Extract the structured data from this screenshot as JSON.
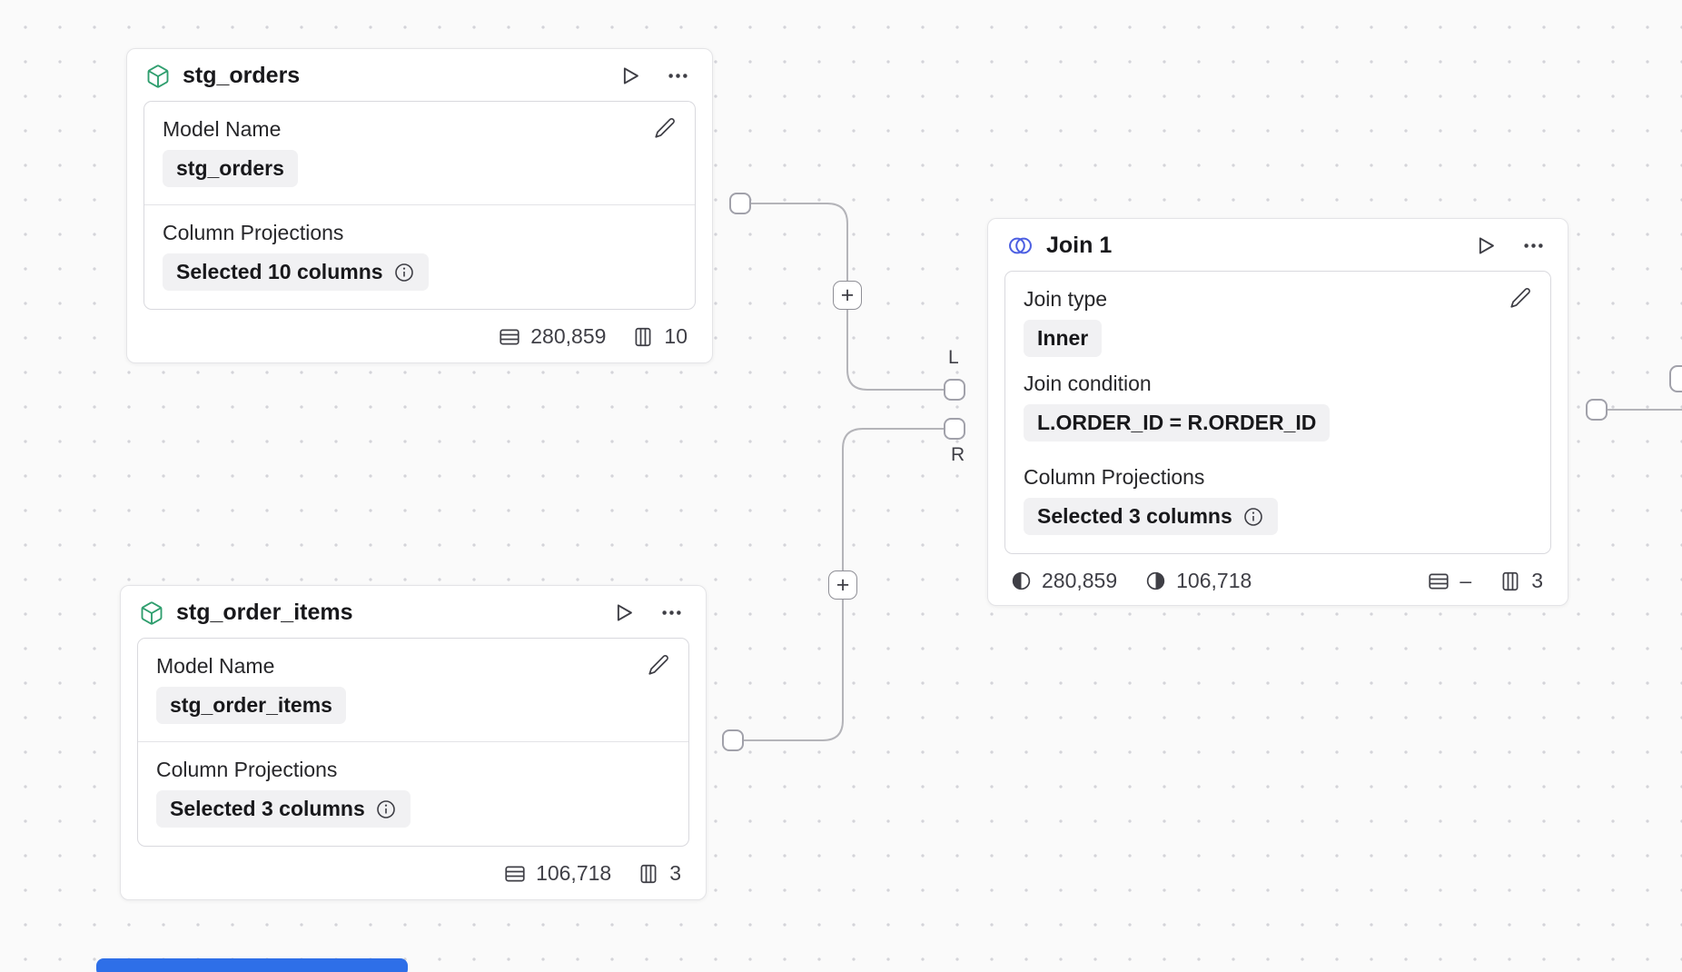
{
  "model_nodes": [
    {
      "id": "stg_orders",
      "title": "stg_orders",
      "model_name_label": "Model Name",
      "model_name_value": "stg_orders",
      "column_projections_label": "Column Projections",
      "column_projections_value": "Selected 10 columns",
      "row_count": "280,859",
      "column_count": "10"
    },
    {
      "id": "stg_order_items",
      "title": "stg_order_items",
      "model_name_label": "Model Name",
      "model_name_value": "stg_order_items",
      "column_projections_label": "Column Projections",
      "column_projections_value": "Selected 3 columns",
      "row_count": "106,718",
      "column_count": "3"
    }
  ],
  "join_node": {
    "title": "Join 1",
    "join_type_label": "Join type",
    "join_type_value": "Inner",
    "join_condition_label": "Join condition",
    "join_condition_value": "L.ORDER_ID = R.ORDER_ID",
    "column_projections_label": "Column Projections",
    "column_projections_value": "Selected 3 columns",
    "left_rows": "280,859",
    "right_rows": "106,718",
    "row_count": "–",
    "column_count": "3",
    "left_port_label": "L",
    "right_port_label": "R"
  },
  "connectors": {
    "plus_label": "+"
  },
  "colors": {
    "model_icon": "#2f9e6e",
    "join_icon": "#4c5fe2",
    "wire": "#b4b4b9",
    "accent_bar": "#2e6fe8"
  }
}
